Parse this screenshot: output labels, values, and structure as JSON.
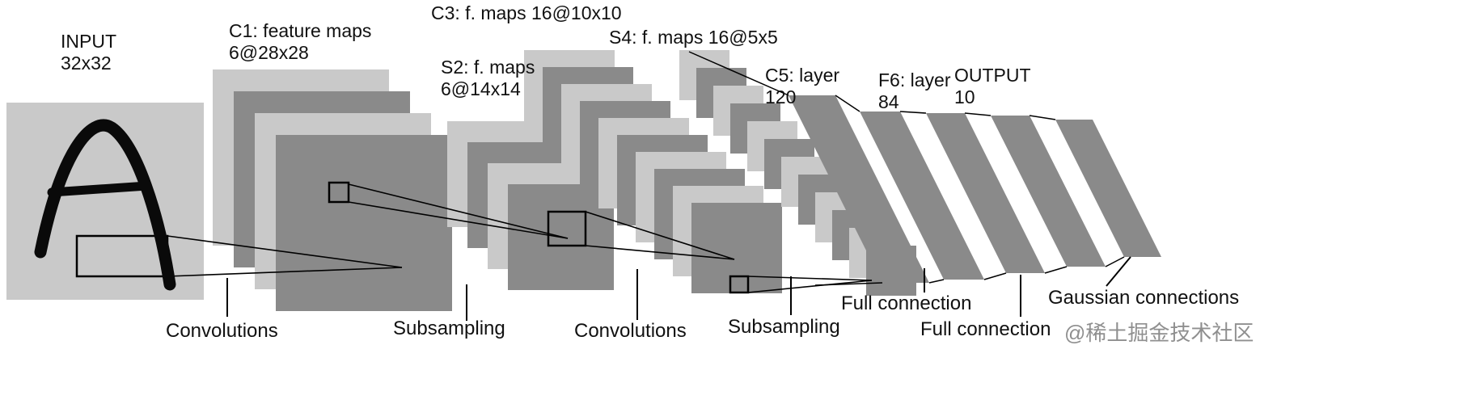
{
  "diagram": {
    "layers": {
      "input": "INPUT\n32x32",
      "c1": "C1: feature maps\n6@28x28",
      "c3": "C3: f. maps 16@10x10",
      "s2": "S2: f. maps\n6@14x14",
      "s4": "S4: f. maps 16@5x5",
      "c5": "C5: layer\n120",
      "f6": "F6: layer\n84",
      "output": "OUTPUT\n10"
    },
    "operations": [
      "Convolutions",
      "Subsampling",
      "Convolutions",
      "Subsampling",
      "Full connection",
      "Full connection",
      "Gaussian connections"
    ],
    "watermark": "@稀土掘金技术社区",
    "colors": {
      "light_map": "#c9c9c9",
      "dark_map": "#8a8a8a",
      "line": "#000000",
      "background": "#ffffff"
    }
  }
}
